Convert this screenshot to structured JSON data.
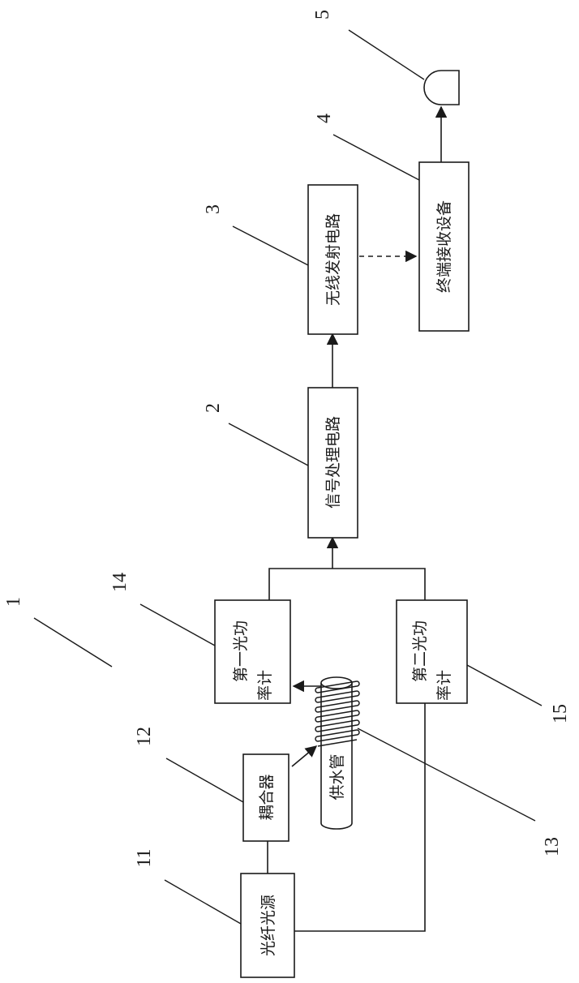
{
  "figure": {
    "boxes": {
      "light_source": "光纤光源",
      "coupler": "耦合器",
      "meter1_line1": "第一光功",
      "meter1_line2": "率计",
      "meter2_line1": "第二光功",
      "meter2_line2": "率计",
      "signal_processing": "信号处理电路",
      "wireless_tx": "无线发射电路",
      "terminal_rx": "终端接收设备"
    },
    "pipe_label": "供水管",
    "reference_numbers": {
      "system": "1",
      "signal_processing": "2",
      "wireless_tx": "3",
      "terminal_rx": "4",
      "alarm": "5",
      "light_source": "11",
      "coupler": "12",
      "fiber_coil": "13",
      "meter1": "14",
      "meter2": "15"
    }
  }
}
